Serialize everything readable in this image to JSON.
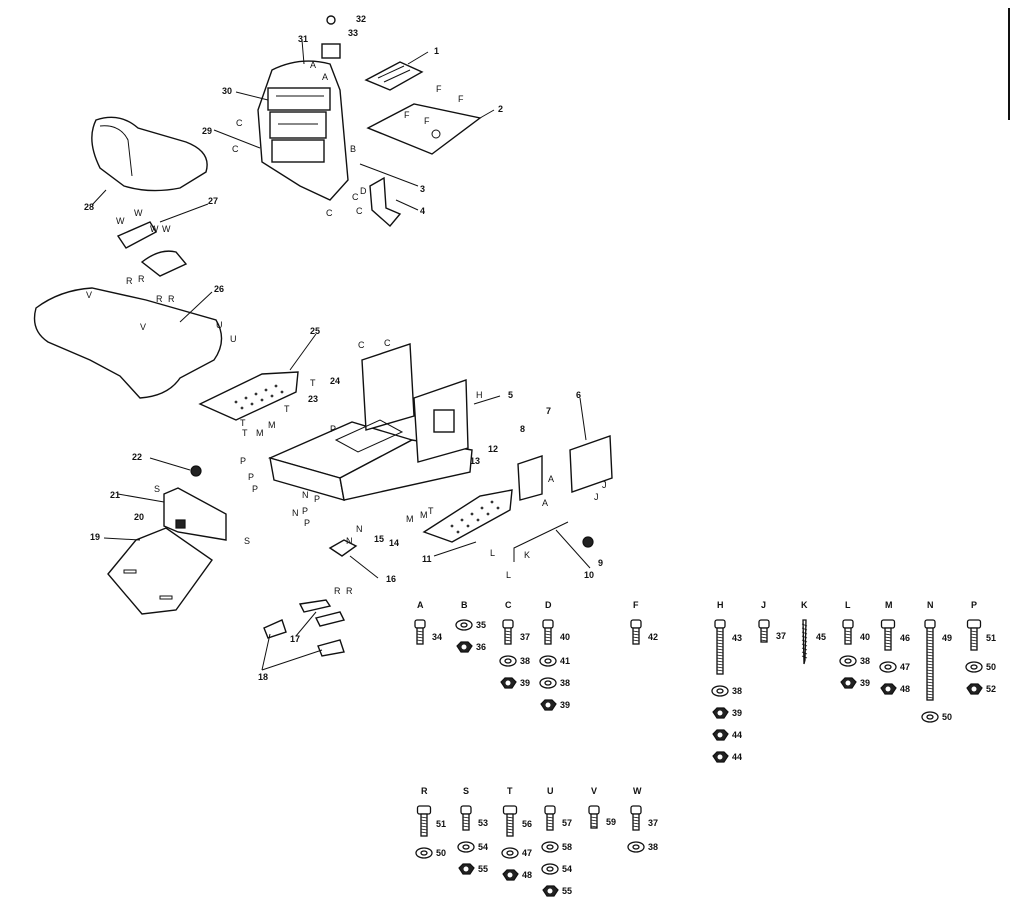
{
  "callouts": [
    "1",
    "2",
    "3",
    "4",
    "5",
    "6",
    "7",
    "8",
    "9",
    "10",
    "11",
    "12",
    "13",
    "14",
    "15",
    "16",
    "17",
    "18",
    "19",
    "20",
    "21",
    "22",
    "23",
    "24",
    "25",
    "26",
    "27",
    "28",
    "29",
    "30",
    "31",
    "32",
    "33"
  ],
  "letter_marks": [
    "A",
    "B",
    "C",
    "D",
    "F",
    "H",
    "J",
    "K",
    "L",
    "M",
    "N",
    "P",
    "R",
    "S",
    "T",
    "U",
    "V",
    "W"
  ],
  "hardware_groups": [
    {
      "letter": "A",
      "parts": [
        "34"
      ]
    },
    {
      "letter": "B",
      "parts": [
        "35",
        "36"
      ]
    },
    {
      "letter": "C",
      "parts": [
        "37",
        "38",
        "39"
      ]
    },
    {
      "letter": "D",
      "parts": [
        "40",
        "41",
        "38",
        "39"
      ]
    },
    {
      "letter": "F",
      "parts": [
        "42"
      ]
    },
    {
      "letter": "H",
      "parts": [
        "43",
        "38",
        "39",
        "44",
        "44"
      ]
    },
    {
      "letter": "J",
      "parts": [
        "37"
      ]
    },
    {
      "letter": "K",
      "parts": [
        "45"
      ]
    },
    {
      "letter": "L",
      "parts": [
        "40",
        "38",
        "39"
      ]
    },
    {
      "letter": "M",
      "parts": [
        "46",
        "47",
        "48"
      ]
    },
    {
      "letter": "N",
      "parts": [
        "49",
        "50"
      ]
    },
    {
      "letter": "P",
      "parts": [
        "51",
        "50",
        "52"
      ]
    },
    {
      "letter": "R",
      "parts": [
        "51",
        "50"
      ]
    },
    {
      "letter": "S",
      "parts": [
        "53",
        "54",
        "55"
      ]
    },
    {
      "letter": "T",
      "parts": [
        "56",
        "47",
        "48"
      ]
    },
    {
      "letter": "U",
      "parts": [
        "57",
        "58",
        "54",
        "55"
      ]
    },
    {
      "letter": "V",
      "parts": [
        "59"
      ]
    },
    {
      "letter": "W",
      "parts": [
        "37",
        "38"
      ]
    }
  ]
}
